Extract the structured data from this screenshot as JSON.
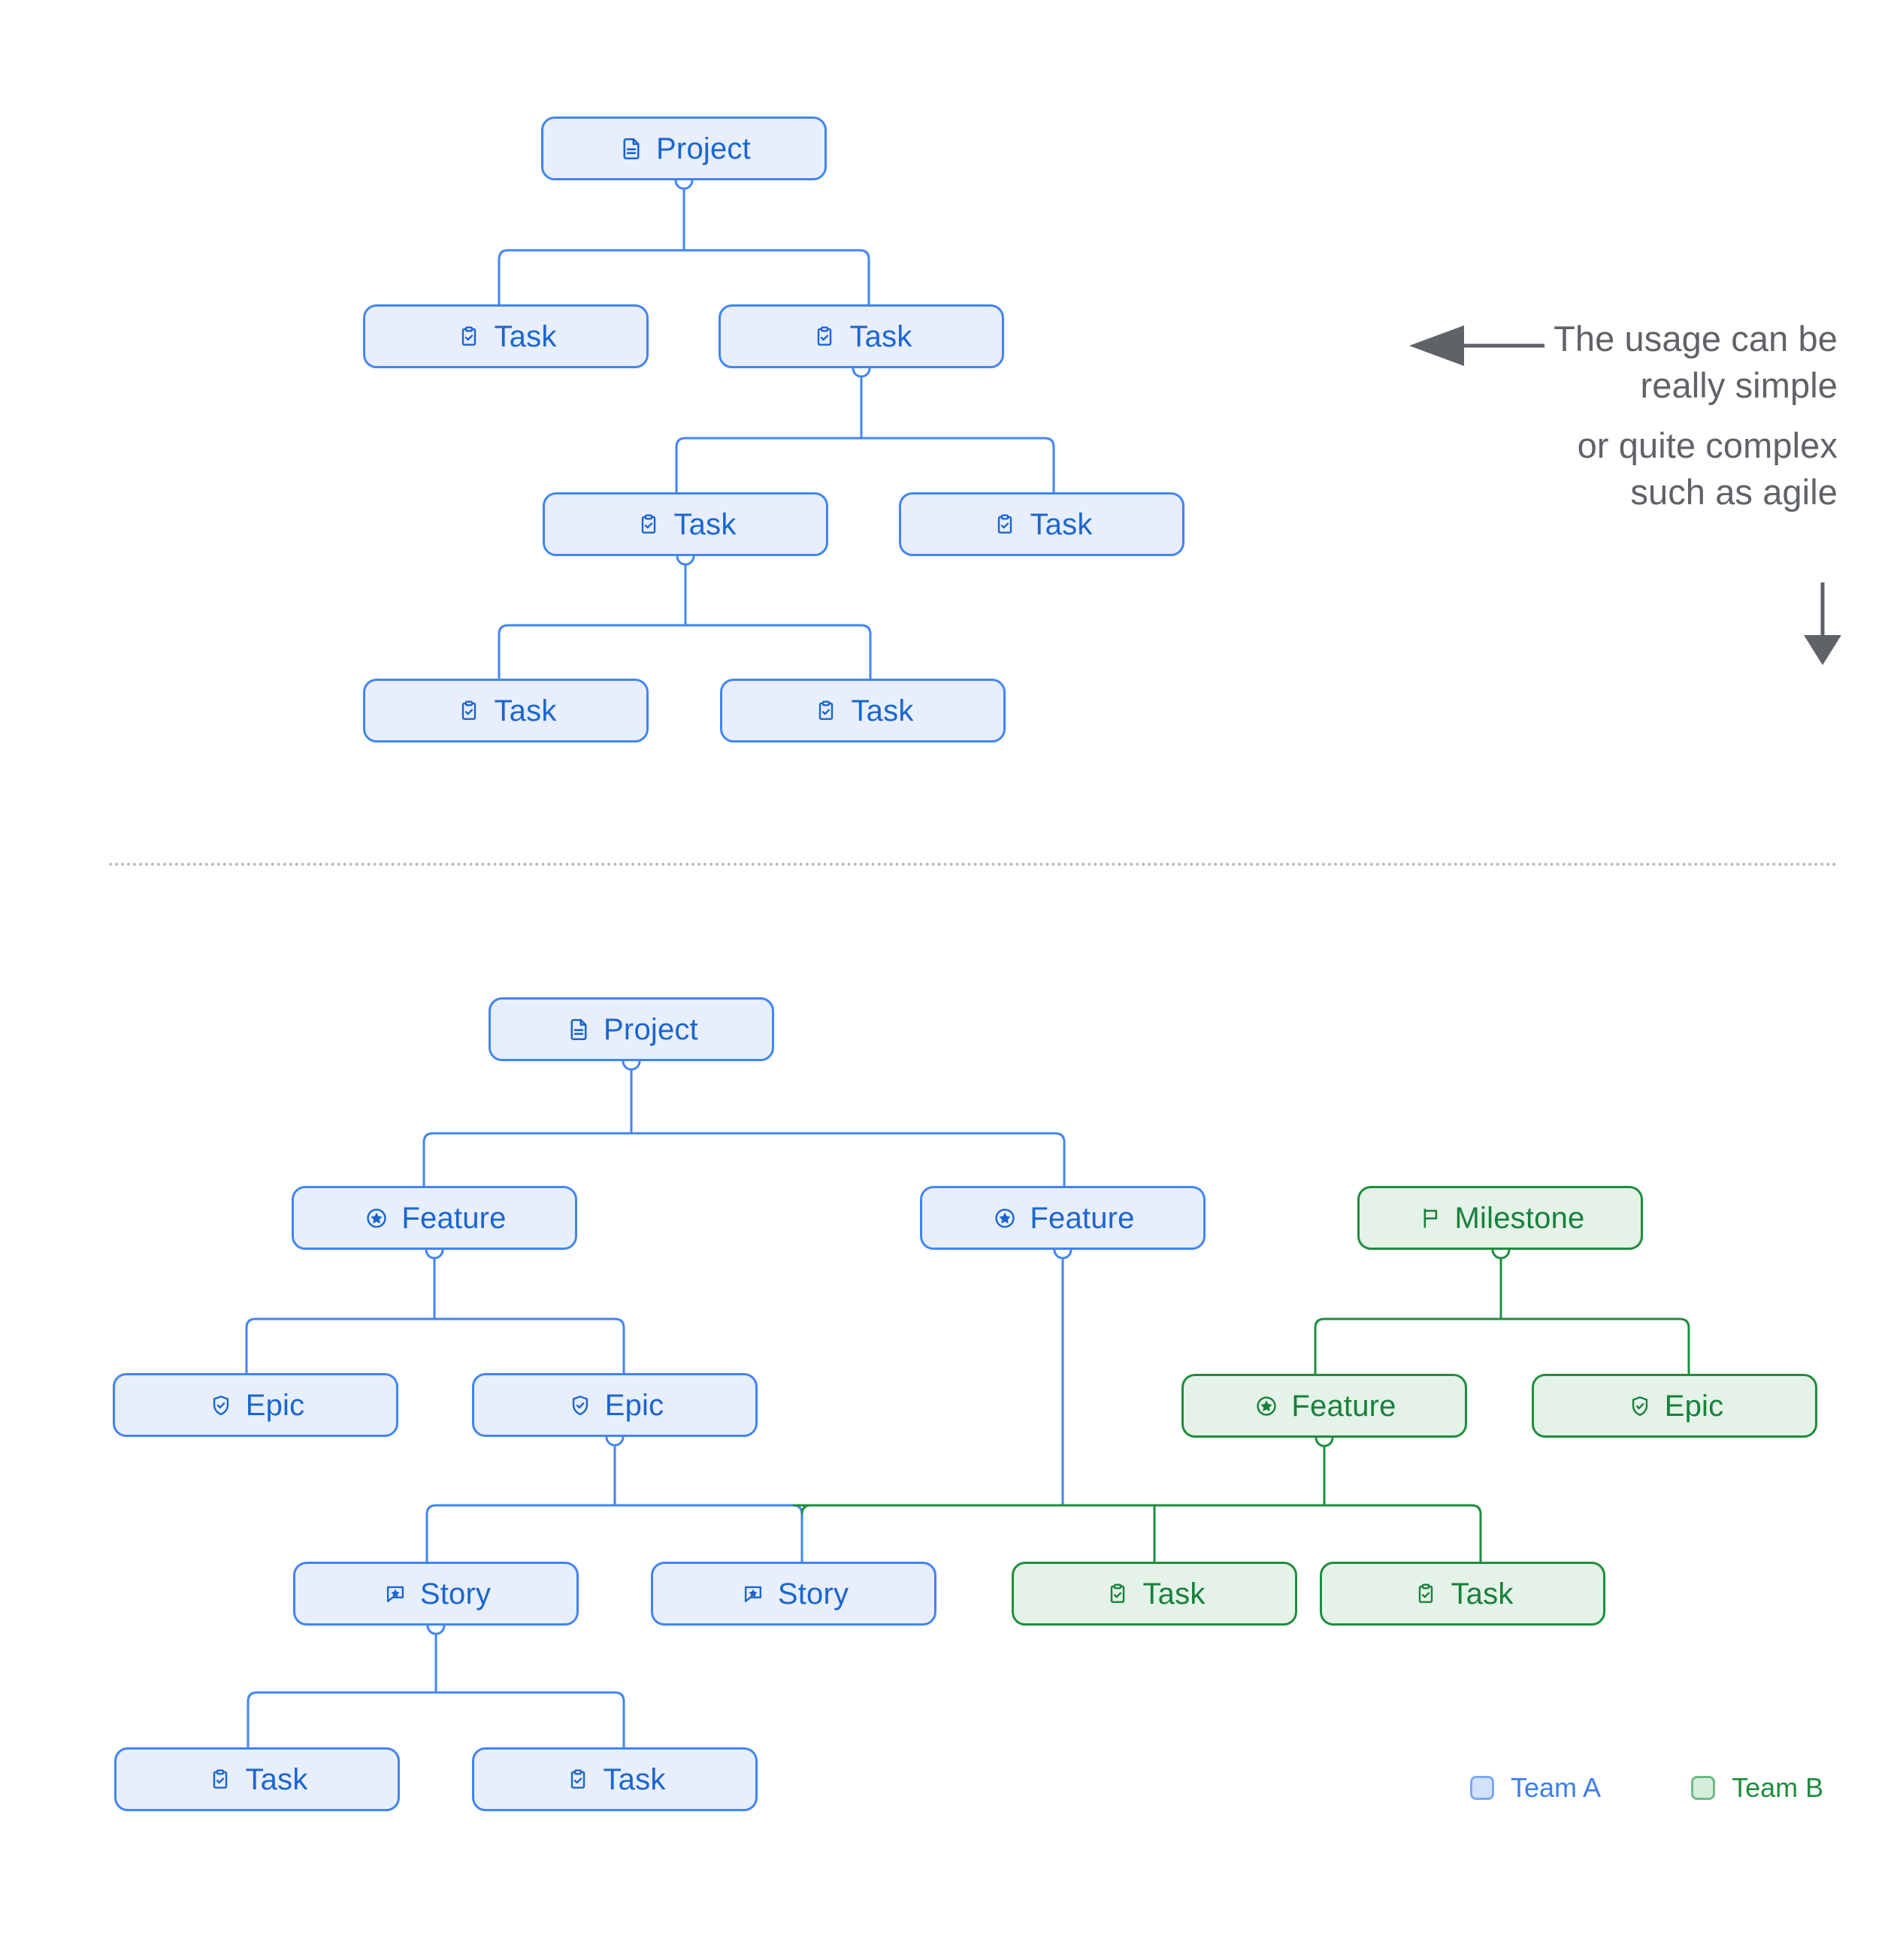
{
  "theme": {
    "blue_stroke": "#4285f4",
    "blue_fill": "#e8eefc",
    "blue_text": "#1a66d0",
    "green_stroke": "#1e8e3e",
    "green_fill": "#e4f2e8",
    "green_text": "#17813a",
    "annotation_text": "#5f6368",
    "divider": "#b9bcc4",
    "background": "#ffffff"
  },
  "annotation": {
    "line1": "The usage can be",
    "line2": "really simple",
    "line3": "or quite complex",
    "line4": "such as agile"
  },
  "legend": {
    "team_a": "Team A",
    "team_b": "Team B"
  },
  "diagram_top": {
    "nodes": [
      {
        "id": "t-project",
        "label": "Project",
        "icon": "document-icon",
        "team": "blue"
      },
      {
        "id": "t-task-1",
        "label": "Task",
        "icon": "clipboard-check-icon",
        "team": "blue"
      },
      {
        "id": "t-task-2",
        "label": "Task",
        "icon": "clipboard-check-icon",
        "team": "blue"
      },
      {
        "id": "t-task-3",
        "label": "Task",
        "icon": "clipboard-check-icon",
        "team": "blue"
      },
      {
        "id": "t-task-4",
        "label": "Task",
        "icon": "clipboard-check-icon",
        "team": "blue"
      },
      {
        "id": "t-task-5",
        "label": "Task",
        "icon": "clipboard-check-icon",
        "team": "blue"
      },
      {
        "id": "t-task-6",
        "label": "Task",
        "icon": "clipboard-check-icon",
        "team": "blue"
      }
    ]
  },
  "diagram_bottom": {
    "nodes": [
      {
        "id": "b-project",
        "label": "Project",
        "icon": "document-icon",
        "team": "blue"
      },
      {
        "id": "b-feature-1",
        "label": "Feature",
        "icon": "star-circle-icon",
        "team": "blue"
      },
      {
        "id": "b-feature-2",
        "label": "Feature",
        "icon": "star-circle-icon",
        "team": "blue"
      },
      {
        "id": "b-milestone",
        "label": "Milestone",
        "icon": "flag-icon",
        "team": "green"
      },
      {
        "id": "b-epic-1",
        "label": "Epic",
        "icon": "shield-check-icon",
        "team": "blue"
      },
      {
        "id": "b-epic-2",
        "label": "Epic",
        "icon": "shield-check-icon",
        "team": "blue"
      },
      {
        "id": "b-feature-3",
        "label": "Feature",
        "icon": "star-circle-icon",
        "team": "green"
      },
      {
        "id": "b-epic-3",
        "label": "Epic",
        "icon": "shield-check-icon",
        "team": "green"
      },
      {
        "id": "b-story-1",
        "label": "Story",
        "icon": "comment-star-icon",
        "team": "blue"
      },
      {
        "id": "b-story-2",
        "label": "Story",
        "icon": "comment-star-icon",
        "team": "blue"
      },
      {
        "id": "b-task-g1",
        "label": "Task",
        "icon": "clipboard-check-icon",
        "team": "green"
      },
      {
        "id": "b-task-g2",
        "label": "Task",
        "icon": "clipboard-check-icon",
        "team": "green"
      },
      {
        "id": "b-task-b1",
        "label": "Task",
        "icon": "clipboard-check-icon",
        "team": "blue"
      },
      {
        "id": "b-task-b2",
        "label": "Task",
        "icon": "clipboard-check-icon",
        "team": "blue"
      }
    ]
  }
}
